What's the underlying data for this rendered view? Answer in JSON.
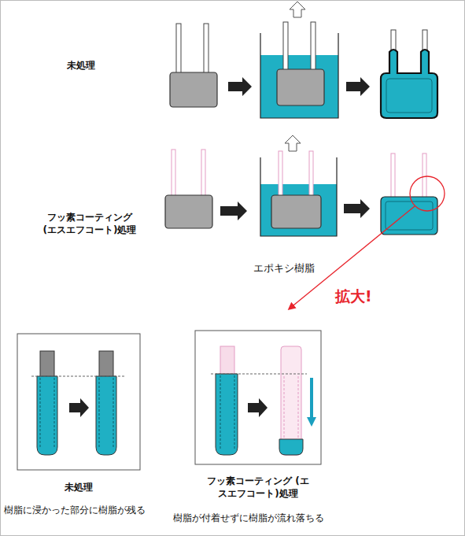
{
  "diagram": {
    "labels": [
      "未処理",
      "フッ素コーティング (エスエフコート)処理",
      "エポキシ樹脂",
      "拡大!",
      "未処理",
      "樹脂に浸かった部分に樹脂が残る",
      "フッ素コーティング (エスエフコート)処理",
      "樹脂が付着せずに樹脂が流れ落ちる"
    ]
  }
}
